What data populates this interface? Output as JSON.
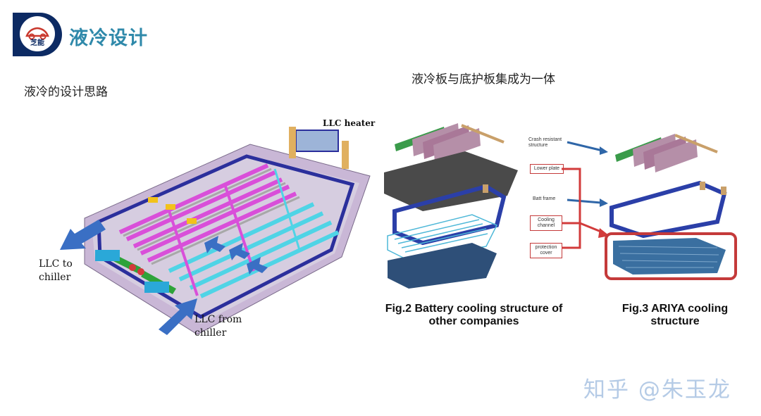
{
  "header": {
    "logo_text": "芝能",
    "title": "液冷设计"
  },
  "left_panel": {
    "subtitle": "液冷的设计思路",
    "labels": {
      "heater": "LLC heater",
      "to_chiller": "LLC to\nchiller",
      "from_chiller": "LLC from\nchiller"
    }
  },
  "right_panel": {
    "title": "液冷板与底护板集成为一体",
    "annotations": {
      "crash": "Crash resistant structure",
      "lower_plate": "Lower plate",
      "batt_frame": "Batt frame",
      "cooling_channel": "Cooling channel",
      "protection_cover": "protection cover"
    },
    "fig2_caption": "Fig.2 Battery cooling structure of other companies",
    "fig3_caption": "Fig.3 ARIYA cooling structure"
  },
  "watermark": "知乎 @朱玉龙",
  "colors": {
    "brand_navy": "#0c2a63",
    "title_teal": "#2f89aa",
    "arrow_blue": "#3a6fc4",
    "highlight_red": "#c43a3a"
  }
}
